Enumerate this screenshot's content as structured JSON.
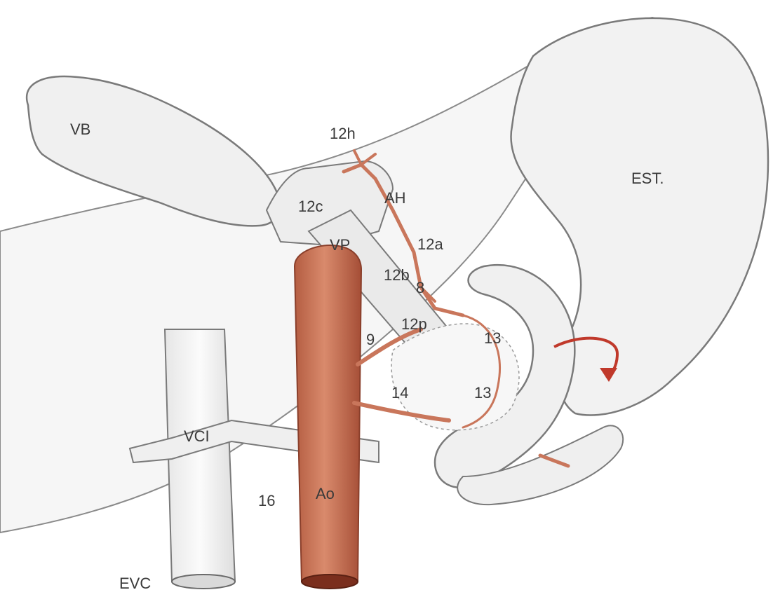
{
  "labels": {
    "vb": "VB",
    "est": "EST.",
    "n12h": "12h",
    "ah": "AH",
    "n12c": "12c",
    "n12a": "12a",
    "vp": "VP",
    "n12b": "12b",
    "n8": "8",
    "n9": "9",
    "n12p": "12p",
    "n13_upper": "13",
    "n13_lower": "13",
    "n14": "14",
    "vci": "VCI",
    "n16": "16",
    "ao": "Ao",
    "evc": "EVC"
  },
  "colors": {
    "organ_fill": "#f4f4f4",
    "organ_stroke": "#7a7a7a",
    "artery": "#c9765b",
    "artery_dark": "#a9553c",
    "arrow": "#c0392b",
    "text": "#3a3a3a"
  }
}
